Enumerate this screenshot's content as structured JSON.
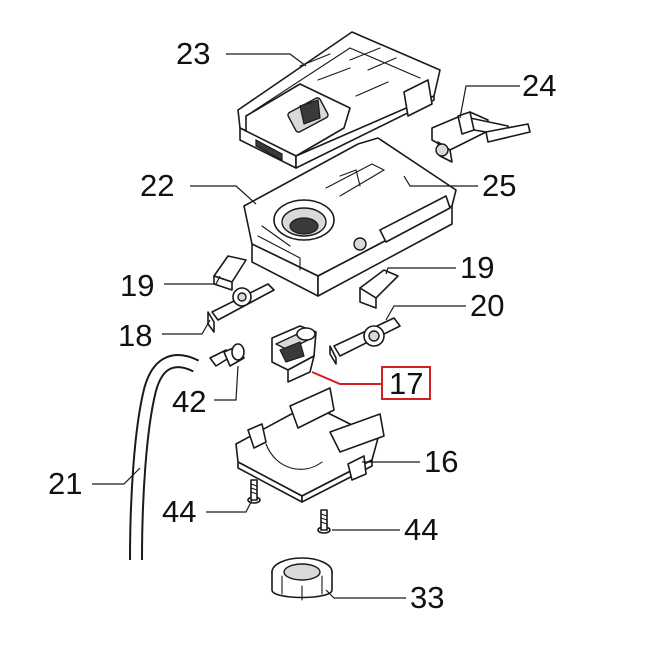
{
  "diagram": {
    "labels": {
      "p23": "23",
      "p24": "24",
      "p22": "22",
      "p25": "25",
      "p19a": "19",
      "p19b": "19",
      "p18": "18",
      "p20": "20",
      "p42": "42",
      "p17": "17",
      "p21": "21",
      "p16": "16",
      "p44a": "44",
      "p44b": "44",
      "p33": "33"
    },
    "highlighted_part": "17",
    "highlight_color": "#d22020",
    "line_color": "#1a1a1a",
    "background": "#ffffff"
  }
}
